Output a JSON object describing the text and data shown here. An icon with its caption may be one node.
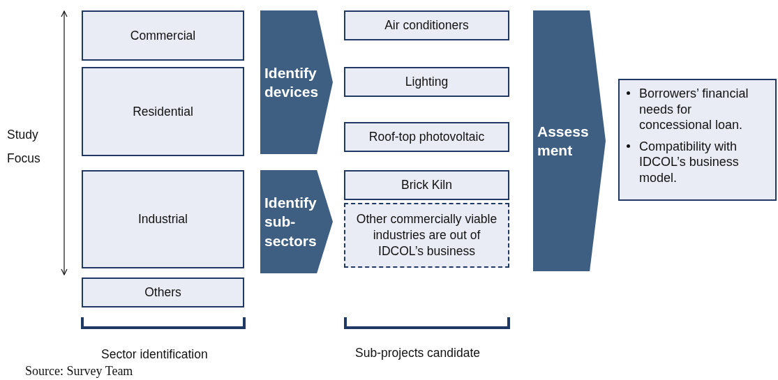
{
  "diagram": {
    "nodes": [
      {
        "text": [
          "Commercial"
        ]
      },
      {
        "text": [
          "Residential"
        ]
      },
      {
        "text": [
          "Industrial"
        ]
      },
      {
        "text": [
          "Others"
        ]
      },
      {
        "text": [
          "Identify devices"
        ]
      },
      {
        "text": [
          "Identify sub- sectors"
        ]
      },
      {
        "text": [
          "Air conditioners"
        ]
      },
      {
        "text": [
          "Lighting"
        ]
      },
      {
        "text": [
          "Roof-top photovoltaic"
        ]
      },
      {
        "text": [
          "Brick Kiln"
        ]
      },
      {
        "text": [
          "Other commercially viable industries are out of IDCOL’s business"
        ]
      },
      {
        "text": [
          "Assess ment"
        ]
      },
      {
        "text": [
          "Borrowers’ financial needs for concessional loan.",
          "Compatibility with IDCOL’s business model."
        ]
      }
    ],
    "edges": [],
    "labels": [
      "Study Focus",
      "Sector identification",
      "Sub-projects candidate",
      "Source: Survey Team"
    ]
  }
}
